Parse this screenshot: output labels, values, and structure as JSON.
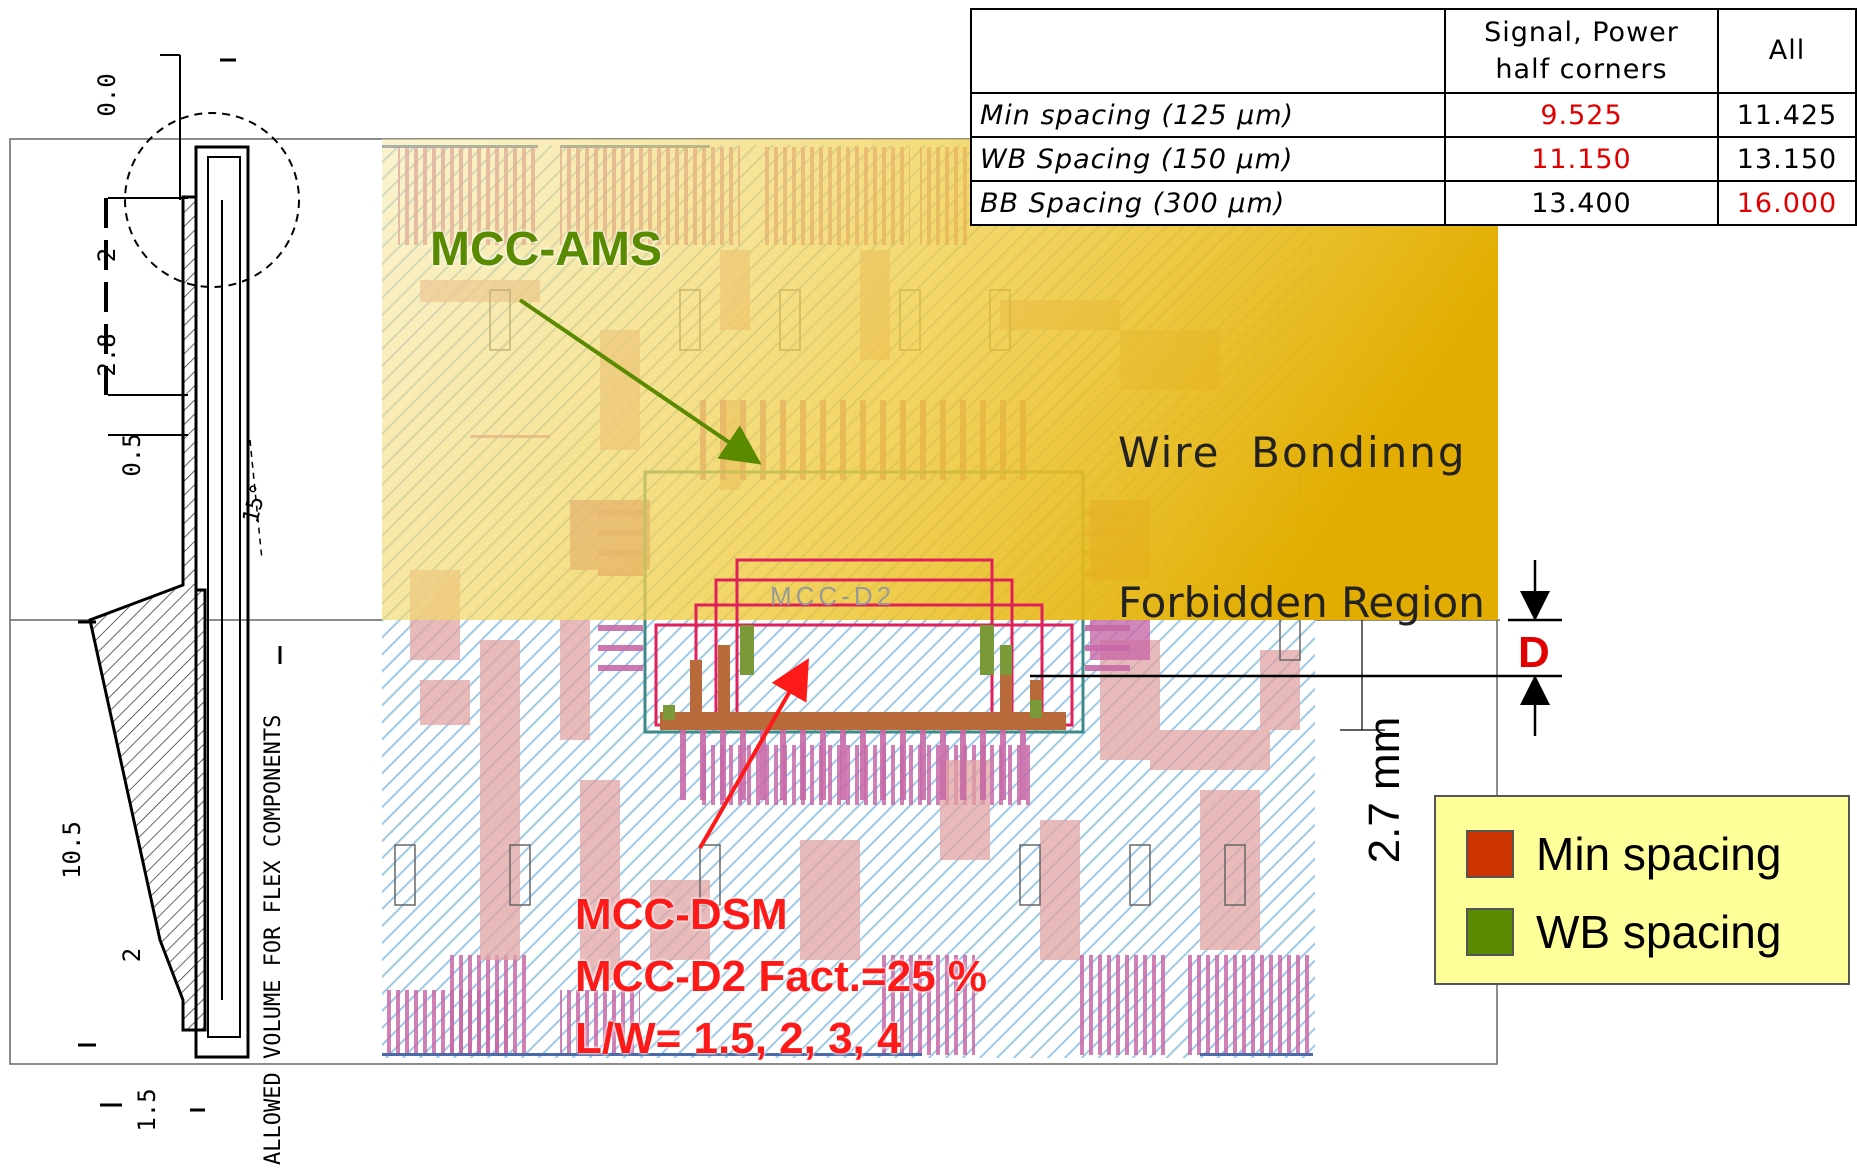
{
  "table": {
    "headers": [
      "",
      "Signal, Power half corners",
      "All"
    ],
    "rows": [
      {
        "label": "Min spacing (125 µm)",
        "v1": "9.525",
        "v2": "11.425"
      },
      {
        "label": "WB Spacing (150 µm)",
        "v1": "11.150",
        "v2": "13.150"
      },
      {
        "label": "BB Spacing (300 µm)",
        "v1": "13.400",
        "v2": "16.000"
      }
    ]
  },
  "labels": {
    "mcc_ams": "MCC-AMS",
    "wire_bonding_line1": "Wire  Bondinng",
    "wire_bonding_line2": "Forbidden Region",
    "d_marker": "D",
    "dimension": "2.7 mm",
    "mcc_dsm_line1": "MCC-DSM",
    "mcc_dsm_line2": "MCC-D2 Fact.=25 %",
    "mcc_dsm_line3": "L/W= 1.5, 2, 3, 4",
    "chip_label": "MCC-D2"
  },
  "legend": [
    {
      "label": "Min spacing",
      "color": "#cc3300"
    },
    {
      "label": "WB spacing",
      "color": "#5a8a00"
    }
  ],
  "drawing": {
    "dims": [
      "0.0",
      "2",
      "2.8",
      "0.5",
      "10.5",
      "2",
      "1.5"
    ],
    "note": "ALLOWED VOLUME FOR FLEX COMPONENTS",
    "angle": "15°"
  },
  "colors": {
    "forbidden_start": "#f7e9a6",
    "forbidden_end": "#e7b400",
    "ams_green": "#5a8a00",
    "dsm_red": "#ff1a1a",
    "hatch": "#9ec9e6",
    "metal": "#c86aa8"
  }
}
